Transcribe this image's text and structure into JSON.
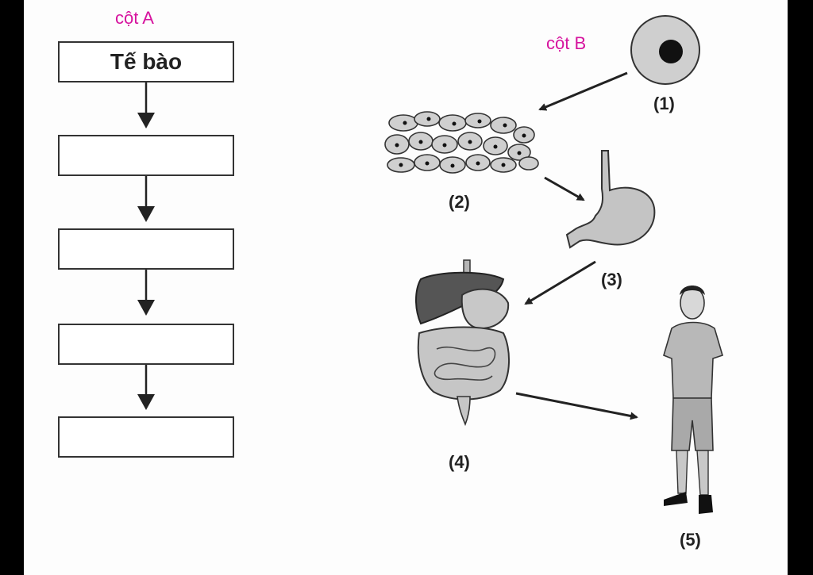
{
  "column_a": {
    "title": "cột A",
    "boxes": [
      "Tế bào",
      "",
      "",
      "",
      ""
    ]
  },
  "column_b": {
    "title": "cột B",
    "stages": [
      "(1)",
      "(2)",
      "(3)",
      "(4)",
      "(5)"
    ]
  }
}
